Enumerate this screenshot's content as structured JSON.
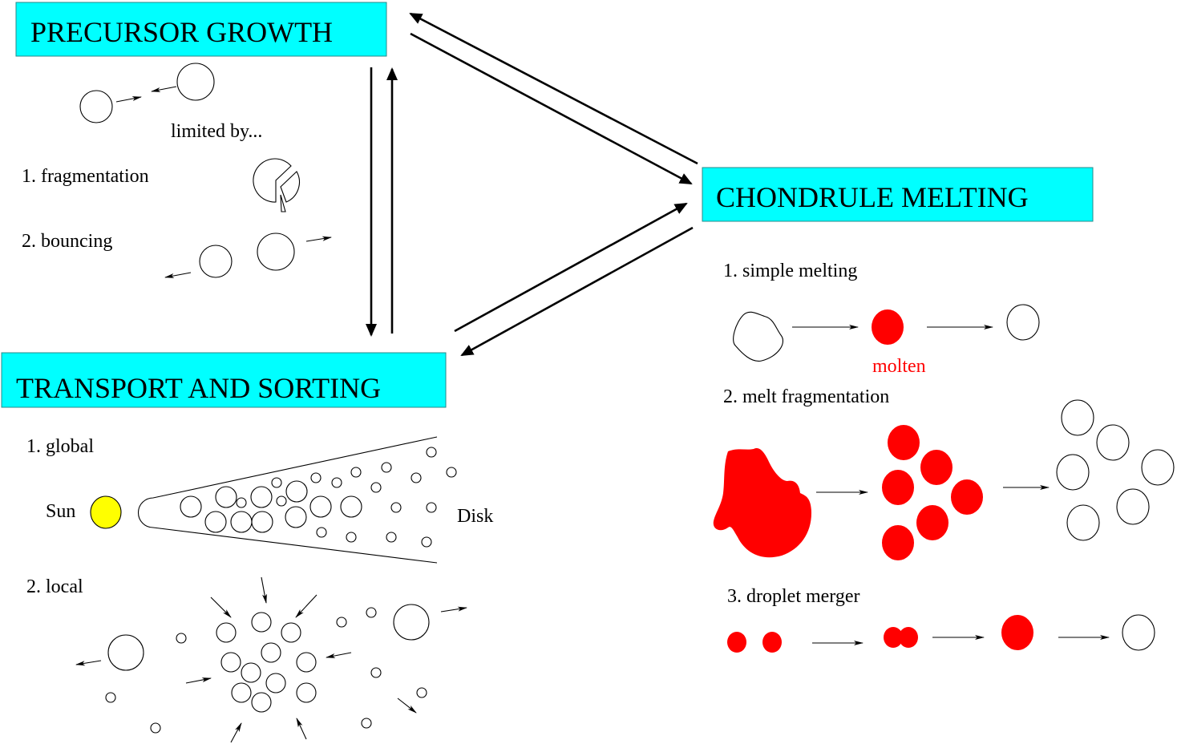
{
  "diagram": {
    "boxes": {
      "precursor_growth": "PRECURSOR GROWTH",
      "chondrule_melting": "CHONDRULE MELTING",
      "transport_sorting": "TRANSPORT AND SORTING"
    },
    "box_color": "#00ffff",
    "precursor": {
      "limited_by": "limited by...",
      "items": [
        "1. fragmentation",
        "2. bouncing"
      ]
    },
    "transport": {
      "items": [
        "1. global",
        "2. local"
      ],
      "sun_label": "Sun",
      "disk_label": "Disk",
      "sun_color": "#ffff00"
    },
    "melting": {
      "items": [
        "1. simple melting",
        "2. melt fragmentation",
        "3. droplet merger"
      ],
      "molten_label": "molten",
      "molten_color": "#ff0000"
    }
  }
}
